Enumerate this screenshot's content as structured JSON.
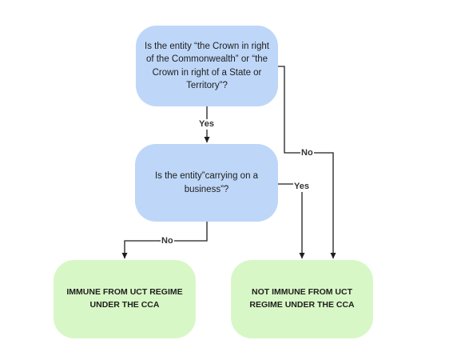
{
  "nodes": {
    "q1": {
      "text": "Is the entity “the Crown in right of the Commonwealth” or “the Crown in right of a State or Territory”?"
    },
    "q2": {
      "text": "Is the entity”carrying on a business”?"
    },
    "o1": {
      "text": "IMMUNE FROM UCT REGIME UNDER THE CCA"
    },
    "o2": {
      "text": "NOT IMMUNE FROM UCT REGIME UNDER THE CCA"
    }
  },
  "edges": {
    "q1_to_q2": {
      "label": "Yes"
    },
    "q1_to_o2": {
      "label": "No"
    },
    "q2_to_o2": {
      "label": "Yes"
    },
    "q2_to_o1": {
      "label": "No"
    }
  },
  "colors": {
    "question_fill": "#bed7f8",
    "outcome_fill": "#d8f7c6",
    "connector": "#1e1e1e"
  }
}
